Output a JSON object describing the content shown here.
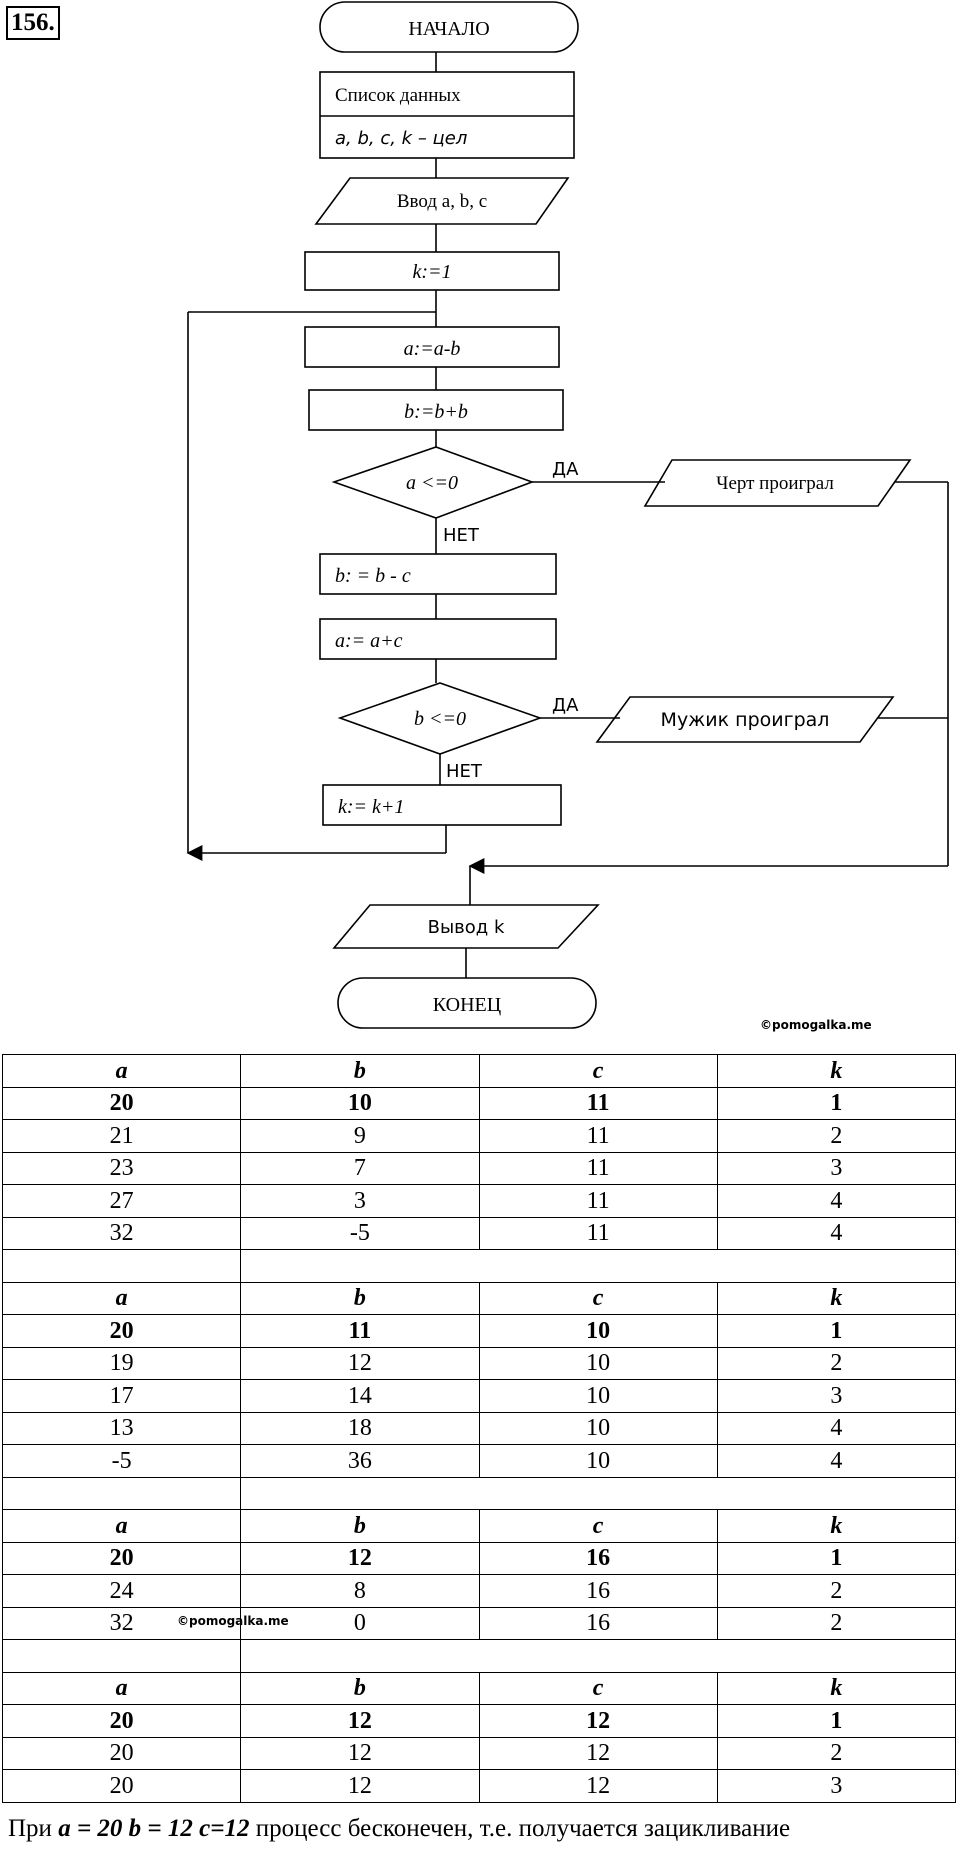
{
  "problem_number": "156.",
  "flowchart": {
    "start": "НАЧАЛО",
    "data_list_title": "Список данных",
    "data_list_vars": "a, b, c, k – цел",
    "input": "Ввод a, b, c",
    "init_k": "k:=1",
    "step_a": "a:=a-b",
    "step_b": "b:=b+b",
    "cond1": "a <=0",
    "yes1": "ДА",
    "no1": "НЕТ",
    "out1": "Черт проиграл",
    "step_b2": "b: = b - c",
    "step_a2": "a:= a+c",
    "cond2": "b <=0",
    "yes2": "ДА",
    "no2": "НЕТ",
    "out2": "Мужик проиграл",
    "step_k": "k:= k+1",
    "output": "Вывод k",
    "end": "КОНЕЦ"
  },
  "watermark": "©pomogalka.me",
  "table": {
    "blocks": [
      {
        "header": [
          "a",
          "b",
          "c",
          "k"
        ],
        "rows": [
          [
            "20",
            "10",
            "11",
            "1"
          ],
          [
            "21",
            "9",
            "11",
            "2"
          ],
          [
            "23",
            "7",
            "11",
            "3"
          ],
          [
            "27",
            "3",
            "11",
            "4"
          ],
          [
            "32",
            "-5",
            "11",
            "4"
          ]
        ]
      },
      {
        "header": [
          "a",
          "b",
          "c",
          "k"
        ],
        "rows": [
          [
            "20",
            "11",
            "10",
            "1"
          ],
          [
            "19",
            "12",
            "10",
            "2"
          ],
          [
            "17",
            "14",
            "10",
            "3"
          ],
          [
            "13",
            "18",
            "10",
            "4"
          ],
          [
            "-5",
            "36",
            "10",
            "4"
          ]
        ]
      },
      {
        "header": [
          "a",
          "b",
          "c",
          "k"
        ],
        "rows": [
          [
            "20",
            "12",
            "16",
            "1"
          ],
          [
            "24",
            "8",
            "16",
            "2"
          ],
          [
            "32",
            "0",
            "16",
            "2"
          ]
        ]
      },
      {
        "header": [
          "a",
          "b",
          "c",
          "k"
        ],
        "rows": [
          [
            "20",
            "12",
            "12",
            "1"
          ],
          [
            "20",
            "12",
            "12",
            "2"
          ],
          [
            "20",
            "12",
            "12",
            "3"
          ]
        ]
      }
    ]
  },
  "conclusion": {
    "prefix": "При ",
    "vals": "a = 20  b = 12  c=12",
    "suffix": "  процесс бесконечен, т.е. получается зацикливание"
  }
}
